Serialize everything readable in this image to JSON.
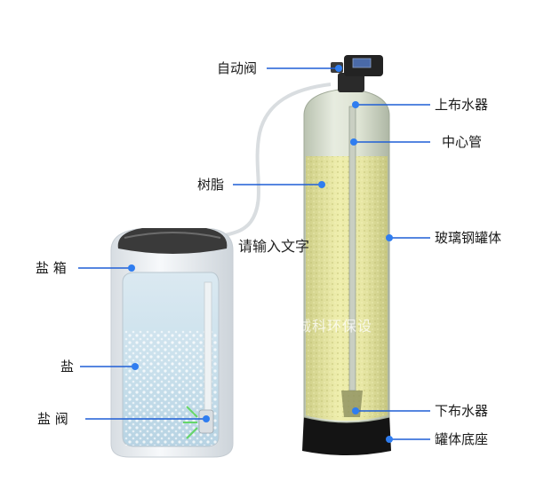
{
  "labels": {
    "auto_valve": "自动阀",
    "upper_distributor": "上布水器",
    "center_pipe": "中心管",
    "resin": "树脂",
    "frp_tank": "玻璃钢罐体",
    "brine_tank": "盐 箱",
    "salt": "盐",
    "brine_valve": "盐 阀",
    "lower_distributor": "下布水器",
    "tank_base": "罐体底座"
  },
  "placeholder_text": "请输入文字",
  "watermark": "诚科环保设",
  "colors": {
    "callout": "#1f5fd6",
    "marker": "#2f7df0",
    "tank_body": "#d8dfcf",
    "resin": "#e6e59a",
    "base": "#141414",
    "brine_tank": "#eef3f6",
    "brine_window": "#cfe3ee"
  }
}
